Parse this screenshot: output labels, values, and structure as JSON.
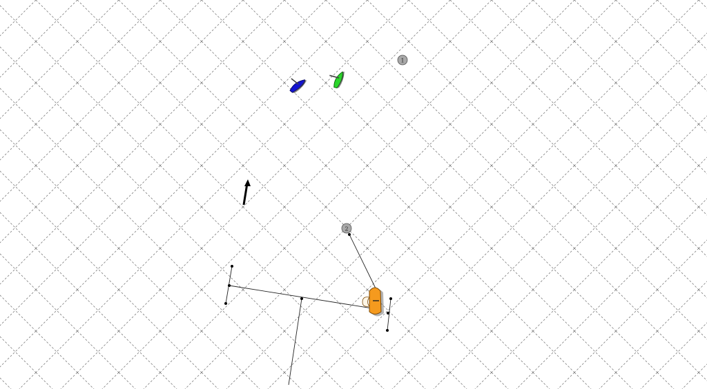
{
  "scene": {
    "type": "sailing-race-tactics-board",
    "background_color": "#ffffff",
    "grid_color": "#6a6a6a",
    "line_color": "#222222"
  },
  "marks": [
    {
      "id": "mark-1",
      "label": "1",
      "color": "#a8a8a8"
    },
    {
      "id": "mark-2",
      "label": "2",
      "color": "#a8a8a8"
    }
  ],
  "boats": [
    {
      "id": "boat-blue",
      "color": "#1414d2",
      "outline": "#0a0a6a"
    },
    {
      "id": "boat-green",
      "color": "#2ad62a",
      "outline": "#0f6a0f"
    },
    {
      "id": "boat-orange",
      "color": "#f59a1e",
      "outline": "#7a4a0a",
      "selected": true
    }
  ],
  "wind_arrow": {
    "icon": "wind-arrow-icon",
    "color": "#000000"
  },
  "handles": {
    "icon": "rotation-handle-icon",
    "color": "#000000"
  }
}
